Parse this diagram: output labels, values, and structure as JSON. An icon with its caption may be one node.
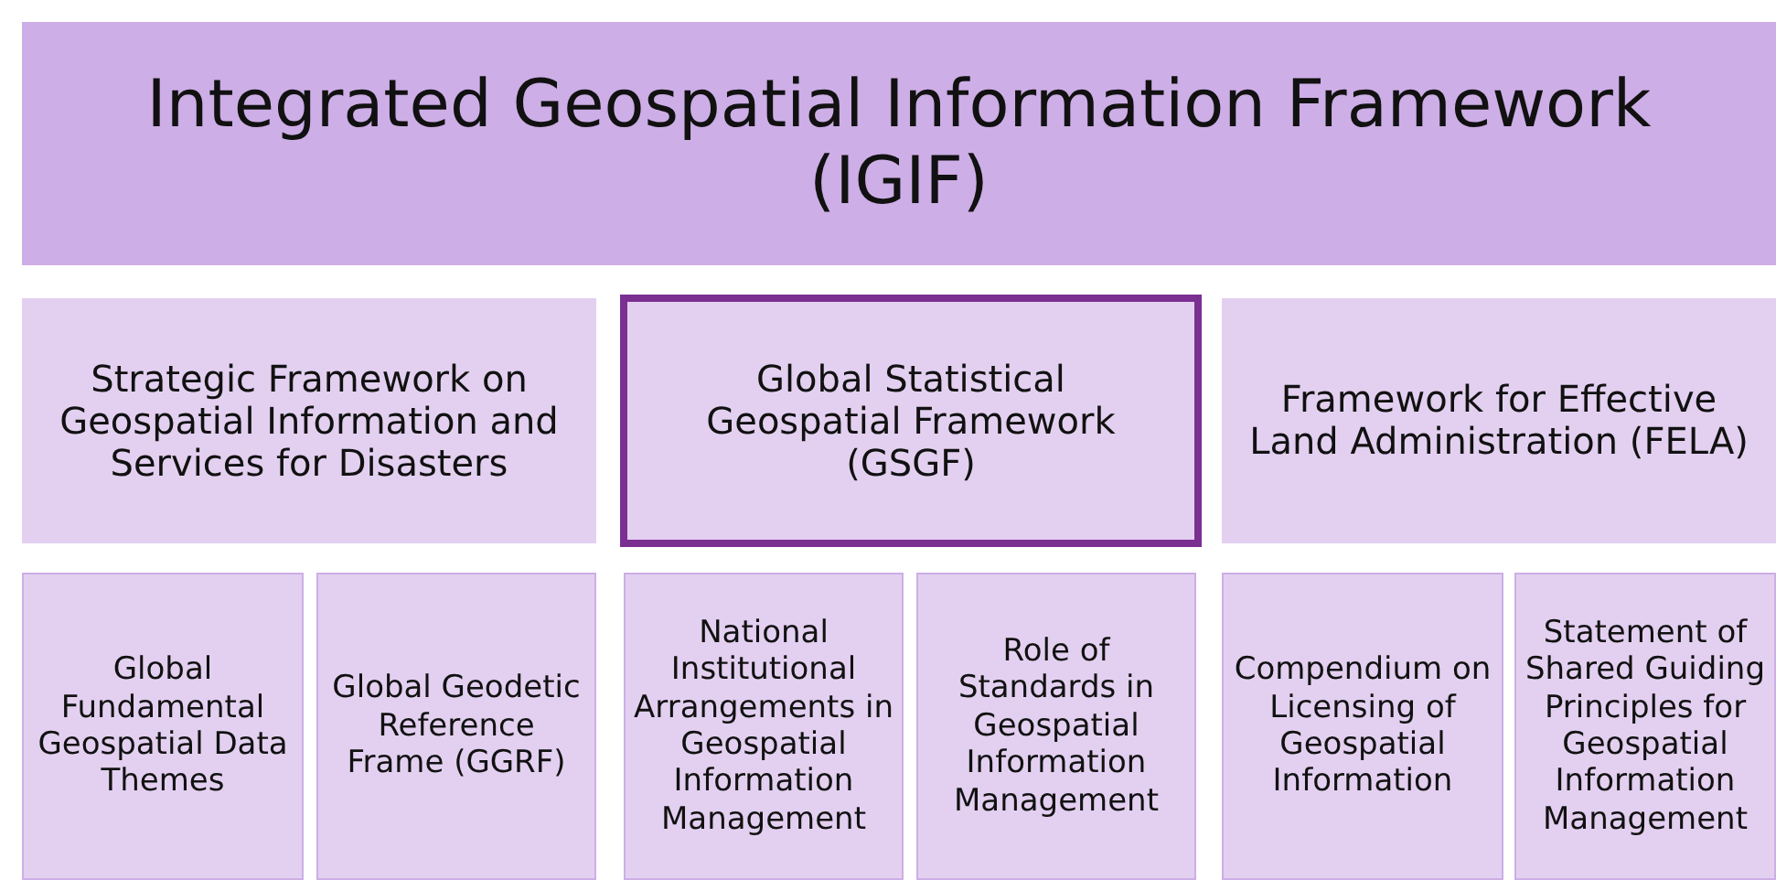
{
  "diagram": {
    "nodes": [
      {
        "text": [
          "Integrated Geospatial Information Framework (IGIF)"
        ]
      },
      {
        "text": [
          "Strategic Framework on Geospatial Information and Services for Disasters"
        ]
      },
      {
        "text": [
          "Global Statistical Geospatial Framework (GSGF)"
        ]
      },
      {
        "text": [
          "Framework for Effective Land Administration (FELA)"
        ]
      },
      {
        "text": [
          "Global Fundamental Geospatial Data Themes"
        ]
      },
      {
        "text": [
          "Global Geodetic Reference Frame (GGRF)"
        ]
      },
      {
        "text": [
          "National Institutional Arrangements in Geospatial Information Management"
        ]
      },
      {
        "text": [
          "Role of Standards in Geospatial Information Management"
        ]
      },
      {
        "text": [
          "Compendium on Licensing of Geospatial Information"
        ]
      },
      {
        "text": [
          "Statement of Shared Guiding Principles for Geospatial Information Management"
        ]
      }
    ],
    "edges": []
  }
}
